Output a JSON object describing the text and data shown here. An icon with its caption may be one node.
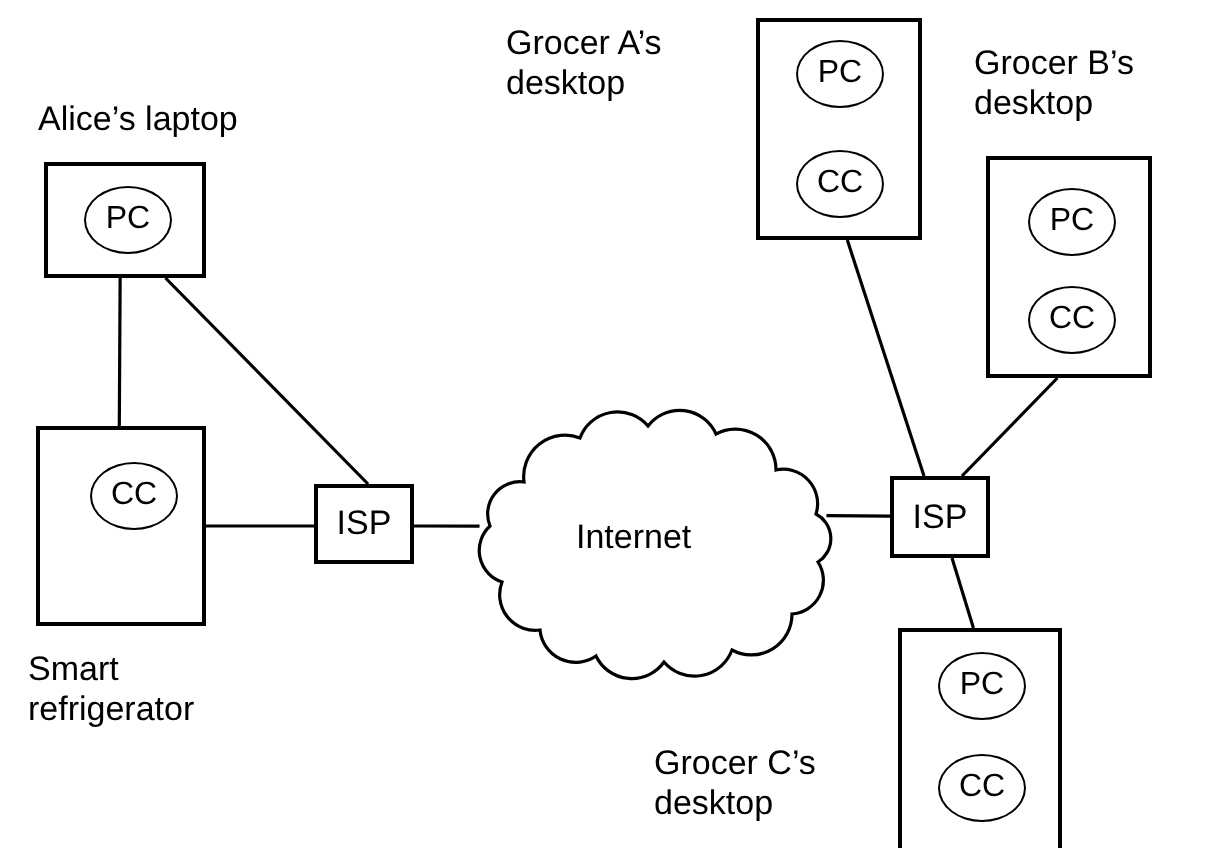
{
  "diagram": {
    "nodes": [
      {
        "text": [
          "Alice’s laptop"
        ]
      },
      {
        "text": [
          "PC"
        ],
        "in": 0
      },
      {
        "text": [
          "Smart refrigerator"
        ]
      },
      {
        "text": [
          "CC"
        ],
        "in": 2
      },
      {
        "text": [
          "ISP"
        ]
      },
      {
        "text": [
          "Internet"
        ]
      },
      {
        "text": [
          "ISP"
        ]
      },
      {
        "text": [
          "Grocer A’s desktop"
        ]
      },
      {
        "text": [
          "PC"
        ],
        "in": 7
      },
      {
        "text": [
          "CC"
        ],
        "in": 7
      },
      {
        "text": [
          "Grocer B’s desktop"
        ]
      },
      {
        "text": [
          "PC"
        ],
        "in": 10
      },
      {
        "text": [
          "CC"
        ],
        "in": 10
      },
      {
        "text": [
          "Grocer C’s desktop"
        ]
      },
      {
        "text": [
          "PC"
        ],
        "in": 13
      },
      {
        "text": [
          "CC"
        ],
        "in": 13
      }
    ],
    "edges": [
      {
        "from": 0,
        "to": 2,
        "arrow": "none"
      },
      {
        "from": 0,
        "to": 4,
        "arrow": "none"
      },
      {
        "from": 2,
        "to": 4,
        "arrow": "none"
      },
      {
        "from": 4,
        "to": 5,
        "arrow": "none"
      },
      {
        "from": 5,
        "to": 6,
        "arrow": "none"
      },
      {
        "from": 7,
        "to": 6,
        "arrow": "none"
      },
      {
        "from": 10,
        "to": 6,
        "arrow": "none"
      },
      {
        "from": 6,
        "to": 13,
        "arrow": "none"
      }
    ]
  }
}
